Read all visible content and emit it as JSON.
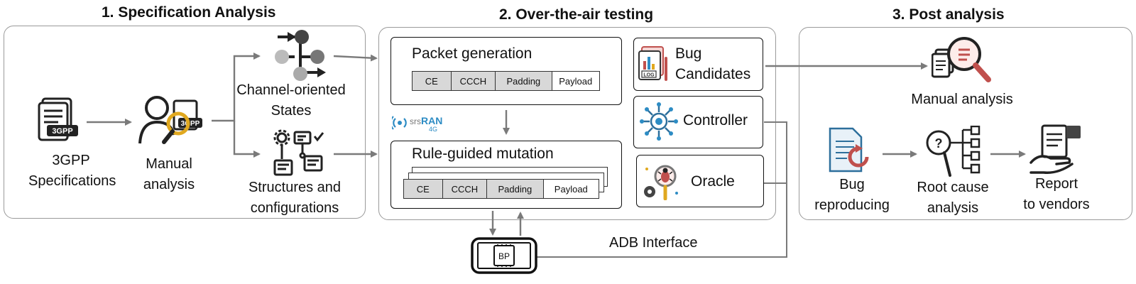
{
  "sections": {
    "spec": "1. Specification Analysis",
    "ota": "2. Over-the-air testing",
    "post": "3. Post analysis"
  },
  "spec": {
    "doc_badge": "3GPP",
    "person_badge": "3GPP",
    "specs_label": [
      "3GPP",
      "Specifications"
    ],
    "manual_label": [
      "Manual",
      "analysis"
    ],
    "channel_label": [
      "Channel-oriented",
      "States"
    ],
    "structures_label": [
      "Structures and",
      "configurations"
    ]
  },
  "ota": {
    "packet_generation_title": "Packet generation",
    "packet_fields": [
      "CE",
      "CCCH",
      "Padding",
      "Payload"
    ],
    "mutation_title": "Rule-guided mutation",
    "mutation_fields": [
      "CE",
      "CCCH",
      "Padding",
      "Payload"
    ],
    "srsran_logo": {
      "brand": "srs",
      "brand_bold": "RAN",
      "sub": "4G"
    },
    "bug_candidates": [
      "Bug",
      "Candidates"
    ],
    "controller": "Controller",
    "oracle": "Oracle",
    "log_badge": "LOG",
    "bp_chip": "BP",
    "adb_interface": "ADB Interface"
  },
  "post": {
    "manual_analysis": "Manual analysis",
    "bug_reproducing": [
      "Bug",
      "reproducing"
    ],
    "root_cause": [
      "Root cause",
      "analysis"
    ],
    "report": [
      "Report",
      "to vendors"
    ]
  },
  "colors": {
    "panel_border": "#9a9a9a",
    "arrow": "#7a7a7a",
    "accent_blue": "#2d8cc4",
    "accent_red": "#c0504d",
    "icon_dark": "#222222",
    "cell_grey": "#d8d8d8"
  }
}
